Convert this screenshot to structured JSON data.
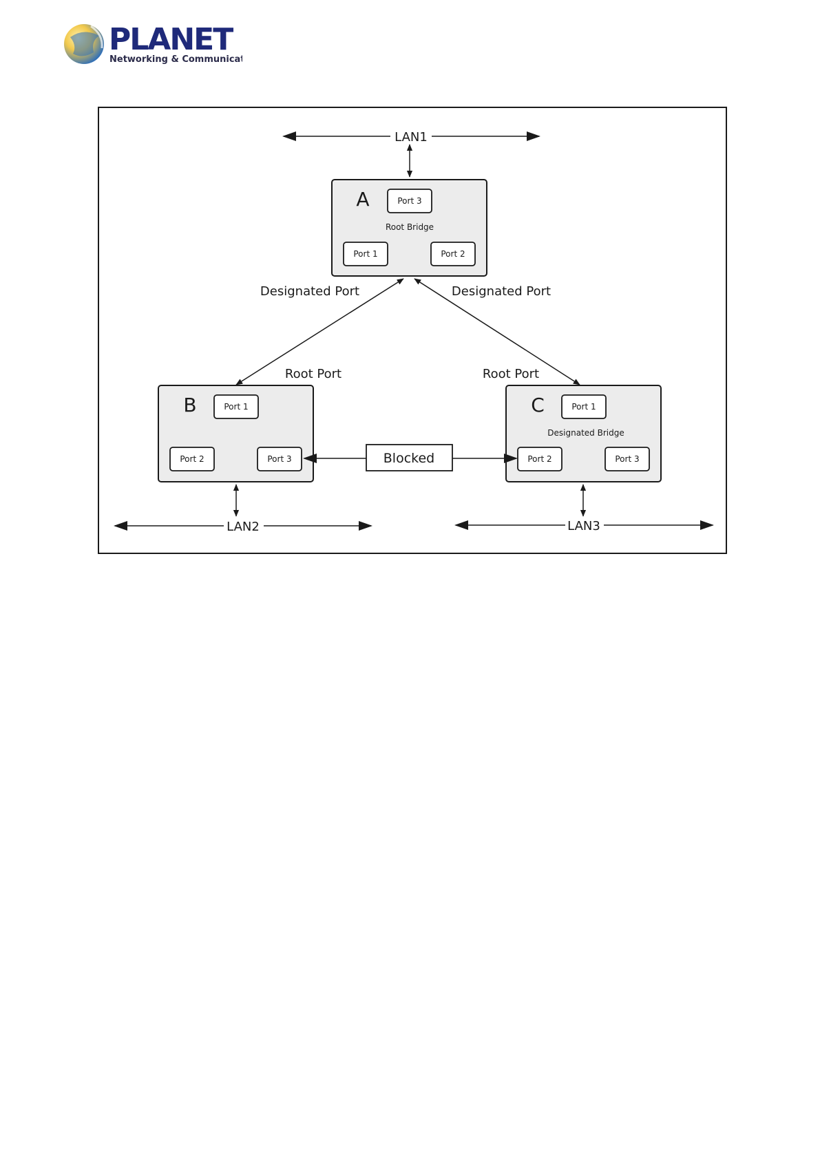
{
  "header": {
    "logo": {
      "brand": "PLANET",
      "tagline": "Networking & Communication",
      "brand_color": "#1f2a7a",
      "globe_colors": [
        "#f2c94c",
        "#2f6fb8"
      ]
    }
  },
  "diagram": {
    "border_color": "#1a1a1a",
    "bridge_fill": "#ececec",
    "lans": {
      "lan1": "LAN1",
      "lan2": "LAN2",
      "lan3": "LAN3"
    },
    "bridges": {
      "a": {
        "letter": "A",
        "role": "Root Bridge",
        "ports": {
          "p1": "Port 1",
          "p2": "Port 2",
          "p3": "Port 3"
        }
      },
      "b": {
        "letter": "B",
        "role": "",
        "ports": {
          "p1": "Port 1",
          "p2": "Port 2",
          "p3": "Port 3"
        }
      },
      "c": {
        "letter": "C",
        "role": "Designated Bridge",
        "ports": {
          "p1": "Port 1",
          "p2": "Port 2",
          "p3": "Port 3"
        }
      }
    },
    "links": {
      "designated_left": "Designated Port",
      "designated_right": "Designated Port",
      "root_left": "Root Port",
      "root_right": "Root Port",
      "blocked": "Blocked"
    }
  }
}
